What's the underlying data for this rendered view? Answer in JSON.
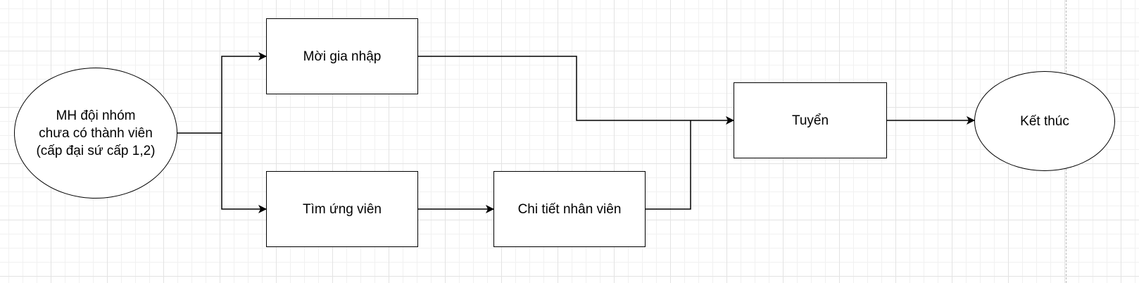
{
  "diagram": {
    "nodes": {
      "start": {
        "label": "MH đội nhóm\nchưa có thành viên\n(cấp đại sứ cấp 1,2)",
        "shape": "ellipse"
      },
      "invite": {
        "label": "Mời gia nhập",
        "shape": "rectangle"
      },
      "find": {
        "label": "Tìm ứng viên",
        "shape": "rectangle"
      },
      "detail": {
        "label": "Chi tiết nhân viên",
        "shape": "rectangle"
      },
      "recruit": {
        "label": "Tuyển",
        "shape": "rectangle"
      },
      "end": {
        "label": "Kết thúc",
        "shape": "ellipse"
      }
    },
    "edges": [
      {
        "from": "start",
        "to": "invite"
      },
      {
        "from": "start",
        "to": "find"
      },
      {
        "from": "find",
        "to": "detail"
      },
      {
        "from": "invite",
        "to": "recruit"
      },
      {
        "from": "detail",
        "to": "recruit"
      },
      {
        "from": "recruit",
        "to": "end"
      }
    ],
    "colors": {
      "stroke": "#000000",
      "fill": "#ffffff",
      "grid": "#e3e3e3"
    }
  }
}
